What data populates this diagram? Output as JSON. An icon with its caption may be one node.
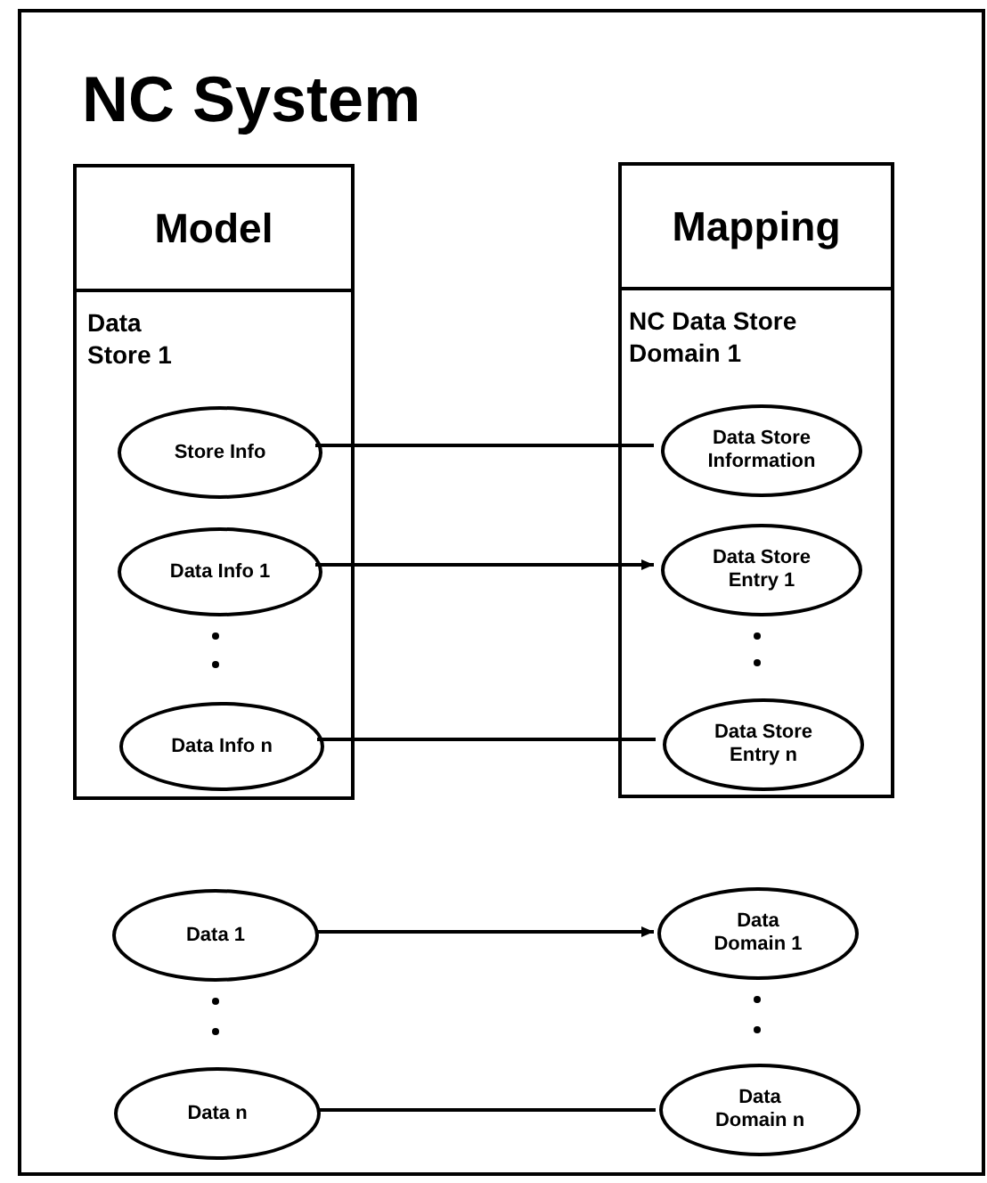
{
  "diagram": {
    "nodes": [
      {
        "text": [
          "NC System"
        ]
      },
      {
        "text": [
          "Model",
          "Data Store 1"
        ],
        "in": 0
      },
      {
        "text": [
          "Store Info"
        ],
        "in": 1
      },
      {
        "text": [
          "Data Info 1"
        ],
        "in": 1
      },
      {
        "text": [
          "Data Info n"
        ],
        "in": 1
      },
      {
        "text": [
          "Mapping",
          "NC Data Store Domain 1"
        ],
        "in": 0
      },
      {
        "text": [
          "Data Store Information"
        ],
        "in": 5
      },
      {
        "text": [
          "Data Store Entry 1"
        ],
        "in": 5
      },
      {
        "text": [
          "Data Store Entry n"
        ],
        "in": 5
      },
      {
        "text": [
          "Data 1"
        ],
        "in": 0
      },
      {
        "text": [
          "Data n"
        ],
        "in": 0
      },
      {
        "text": [
          "Data Domain 1"
        ],
        "in": 0
      },
      {
        "text": [
          "Data Domain n"
        ],
        "in": 0
      }
    ],
    "edges": [
      {
        "from": 2,
        "to": 6,
        "arrow": "none"
      },
      {
        "from": 3,
        "to": 7,
        "arrow": "to"
      },
      {
        "from": 4,
        "to": 8,
        "arrow": "none"
      },
      {
        "from": 9,
        "to": 11,
        "arrow": "to"
      },
      {
        "from": 10,
        "to": 12,
        "arrow": "none"
      }
    ]
  }
}
